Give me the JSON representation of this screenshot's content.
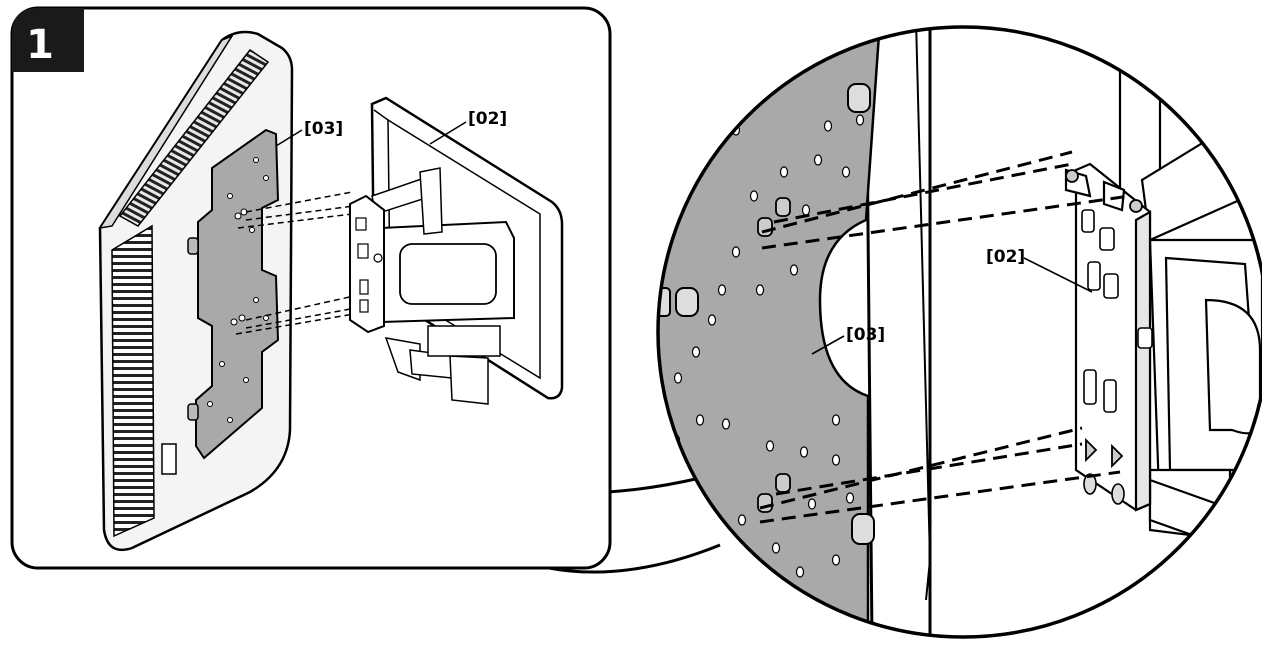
{
  "step": {
    "number": "1"
  },
  "labels": {
    "wall_mount_main": "[02]",
    "adapter_plate_main": "[03]",
    "wall_mount_zoom": "[02]",
    "adapter_plate_zoom": "[03]"
  },
  "colors": {
    "line": "#000000",
    "plate_fill": "#a9a9a9",
    "panel_fill": "#ffffff",
    "step_badge": "#1a1a1a",
    "monitor_fill": "#f2f2f2"
  }
}
